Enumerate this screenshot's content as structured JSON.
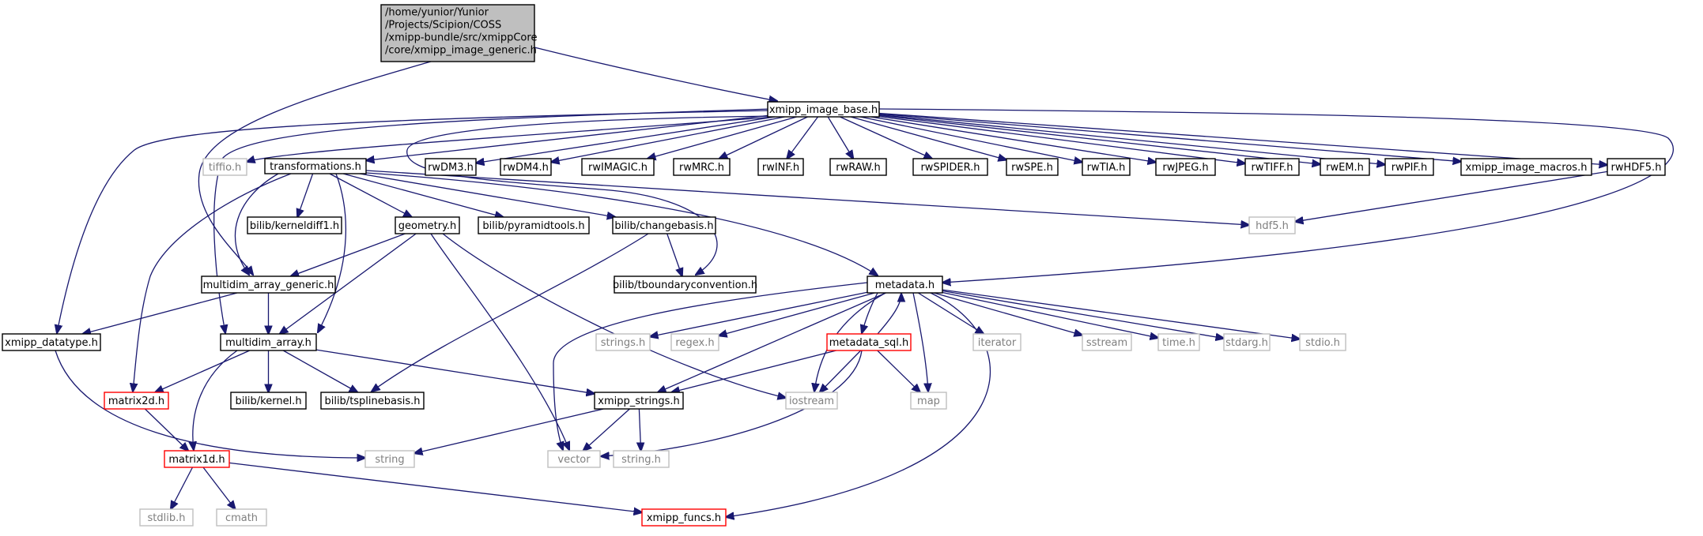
{
  "colors": {
    "edge": "#191970",
    "border_normal": "#000000",
    "border_missing": "#bfbfbf",
    "border_has_more": "#ff0000",
    "fill_root": "#bfbfbf",
    "fill_default": "#ffffff",
    "text_normal": "#000000",
    "text_missing": "#7f7f7f"
  },
  "nodes": [
    {
      "id": "root",
      "kind": "root",
      "lines": [
        "/home/yunior/Yunior",
        "/Projects/Scipion/COSS",
        "/xmipp-bundle/src/xmippCore",
        "/core/xmipp_image_generic.h"
      ]
    },
    {
      "id": "xmipp_image_base",
      "kind": "normal",
      "lines": [
        "xmipp_image_base.h"
      ]
    },
    {
      "id": "tiffio",
      "kind": "missing",
      "lines": [
        "tiffio.h"
      ]
    },
    {
      "id": "transformations",
      "kind": "normal",
      "lines": [
        "transformations.h"
      ]
    },
    {
      "id": "rwDM3",
      "kind": "normal",
      "lines": [
        "rwDM3.h"
      ]
    },
    {
      "id": "rwDM4",
      "kind": "normal",
      "lines": [
        "rwDM4.h"
      ]
    },
    {
      "id": "rwIMAGIC",
      "kind": "normal",
      "lines": [
        "rwIMAGIC.h"
      ]
    },
    {
      "id": "rwMRC",
      "kind": "normal",
      "lines": [
        "rwMRC.h"
      ]
    },
    {
      "id": "rwINF",
      "kind": "normal",
      "lines": [
        "rwINF.h"
      ]
    },
    {
      "id": "rwRAW",
      "kind": "normal",
      "lines": [
        "rwRAW.h"
      ]
    },
    {
      "id": "rwSPIDER",
      "kind": "normal",
      "lines": [
        "rwSPIDER.h"
      ]
    },
    {
      "id": "rwSPE",
      "kind": "normal",
      "lines": [
        "rwSPE.h"
      ]
    },
    {
      "id": "rwTIA",
      "kind": "normal",
      "lines": [
        "rwTIA.h"
      ]
    },
    {
      "id": "rwJPEG",
      "kind": "normal",
      "lines": [
        "rwJPEG.h"
      ]
    },
    {
      "id": "rwTIFF",
      "kind": "normal",
      "lines": [
        "rwTIFF.h"
      ]
    },
    {
      "id": "rwEM",
      "kind": "normal",
      "lines": [
        "rwEM.h"
      ]
    },
    {
      "id": "rwPIF",
      "kind": "normal",
      "lines": [
        "rwPIF.h"
      ]
    },
    {
      "id": "xmipp_image_macros",
      "kind": "normal",
      "lines": [
        "xmipp_image_macros.h"
      ]
    },
    {
      "id": "rwHDF5",
      "kind": "normal",
      "lines": [
        "rwHDF5.h"
      ]
    },
    {
      "id": "kerneldiff1",
      "kind": "normal",
      "lines": [
        "bilib/kerneldiff1.h"
      ]
    },
    {
      "id": "geometry",
      "kind": "normal",
      "lines": [
        "geometry.h"
      ]
    },
    {
      "id": "pyramidtools",
      "kind": "normal",
      "lines": [
        "bilib/pyramidtools.h"
      ]
    },
    {
      "id": "changebasis",
      "kind": "normal",
      "lines": [
        "bilib/changebasis.h"
      ]
    },
    {
      "id": "hdf5",
      "kind": "missing",
      "lines": [
        "hdf5.h"
      ]
    },
    {
      "id": "multidim_array_generic",
      "kind": "normal",
      "lines": [
        "multidim_array_generic.h"
      ]
    },
    {
      "id": "tboundaryconvention",
      "kind": "normal",
      "lines": [
        "bilib/tboundaryconvention.h"
      ]
    },
    {
      "id": "metadata",
      "kind": "normal",
      "lines": [
        "metadata.h"
      ]
    },
    {
      "id": "xmipp_datatype",
      "kind": "normal",
      "lines": [
        "xmipp_datatype.h"
      ]
    },
    {
      "id": "multidim_array",
      "kind": "normal",
      "lines": [
        "multidim_array.h"
      ]
    },
    {
      "id": "strings",
      "kind": "missing",
      "lines": [
        "strings.h"
      ]
    },
    {
      "id": "regex",
      "kind": "missing",
      "lines": [
        "regex.h"
      ]
    },
    {
      "id": "metadata_sql",
      "kind": "has_more",
      "lines": [
        "metadata_sql.h"
      ]
    },
    {
      "id": "iterator",
      "kind": "missing",
      "lines": [
        "iterator"
      ]
    },
    {
      "id": "sstream",
      "kind": "missing",
      "lines": [
        "sstream"
      ]
    },
    {
      "id": "time",
      "kind": "missing",
      "lines": [
        "time.h"
      ]
    },
    {
      "id": "stdarg",
      "kind": "missing",
      "lines": [
        "stdarg.h"
      ]
    },
    {
      "id": "stdio",
      "kind": "missing",
      "lines": [
        "stdio.h"
      ]
    },
    {
      "id": "matrix2d",
      "kind": "has_more",
      "lines": [
        "matrix2d.h"
      ]
    },
    {
      "id": "kernel",
      "kind": "normal",
      "lines": [
        "bilib/kernel.h"
      ]
    },
    {
      "id": "tsplinebasis",
      "kind": "normal",
      "lines": [
        "bilib/tsplinebasis.h"
      ]
    },
    {
      "id": "xmipp_strings",
      "kind": "normal",
      "lines": [
        "xmipp_strings.h"
      ]
    },
    {
      "id": "iostream",
      "kind": "missing",
      "lines": [
        "iostream"
      ]
    },
    {
      "id": "map",
      "kind": "missing",
      "lines": [
        "map"
      ]
    },
    {
      "id": "matrix1d",
      "kind": "has_more",
      "lines": [
        "matrix1d.h"
      ]
    },
    {
      "id": "string",
      "kind": "missing",
      "lines": [
        "string"
      ]
    },
    {
      "id": "vector",
      "kind": "missing",
      "lines": [
        "vector"
      ]
    },
    {
      "id": "string_h",
      "kind": "missing",
      "lines": [
        "string.h"
      ]
    },
    {
      "id": "stdlib",
      "kind": "missing",
      "lines": [
        "stdlib.h"
      ]
    },
    {
      "id": "cmath",
      "kind": "missing",
      "lines": [
        "cmath"
      ]
    },
    {
      "id": "xmipp_funcs",
      "kind": "has_more",
      "lines": [
        "xmipp_funcs.h"
      ]
    }
  ],
  "edges": [
    [
      "root",
      "xmipp_image_base"
    ],
    [
      "root",
      "multidim_array_generic"
    ],
    [
      "xmipp_image_base",
      "tiffio"
    ],
    [
      "xmipp_image_base",
      "transformations"
    ],
    [
      "xmipp_image_base",
      "rwDM3"
    ],
    [
      "xmipp_image_base",
      "rwDM4"
    ],
    [
      "xmipp_image_base",
      "rwIMAGIC"
    ],
    [
      "xmipp_image_base",
      "rwMRC"
    ],
    [
      "xmipp_image_base",
      "rwINF"
    ],
    [
      "xmipp_image_base",
      "rwRAW"
    ],
    [
      "xmipp_image_base",
      "rwSPIDER"
    ],
    [
      "xmipp_image_base",
      "rwSPE"
    ],
    [
      "xmipp_image_base",
      "rwTIA"
    ],
    [
      "xmipp_image_base",
      "rwJPEG"
    ],
    [
      "xmipp_image_base",
      "rwTIFF"
    ],
    [
      "xmipp_image_base",
      "rwEM"
    ],
    [
      "xmipp_image_base",
      "rwPIF"
    ],
    [
      "xmipp_image_base",
      "xmipp_image_macros"
    ],
    [
      "xmipp_image_base",
      "rwHDF5"
    ],
    [
      "xmipp_image_base",
      "xmipp_datatype"
    ],
    [
      "xmipp_image_base",
      "multidim_array"
    ],
    [
      "xmipp_image_base",
      "tboundaryconvention"
    ],
    [
      "xmipp_image_base",
      "metadata"
    ],
    [
      "transformations",
      "kerneldiff1"
    ],
    [
      "transformations",
      "geometry"
    ],
    [
      "transformations",
      "pyramidtools"
    ],
    [
      "transformations",
      "changebasis"
    ],
    [
      "transformations",
      "hdf5"
    ],
    [
      "transformations",
      "multidim_array_generic"
    ],
    [
      "transformations",
      "multidim_array"
    ],
    [
      "transformations",
      "matrix2d"
    ],
    [
      "transformations",
      "metadata"
    ],
    [
      "rwHDF5",
      "hdf5"
    ],
    [
      "geometry",
      "multidim_array_generic"
    ],
    [
      "geometry",
      "multidim_array"
    ],
    [
      "geometry",
      "vector"
    ],
    [
      "geometry",
      "iostream"
    ],
    [
      "changebasis",
      "tboundaryconvention"
    ],
    [
      "changebasis",
      "tsplinebasis"
    ],
    [
      "multidim_array_generic",
      "multidim_array"
    ],
    [
      "multidim_array_generic",
      "xmipp_datatype"
    ],
    [
      "metadata",
      "strings"
    ],
    [
      "metadata",
      "regex"
    ],
    [
      "metadata",
      "metadata_sql"
    ],
    [
      "metadata",
      "iterator"
    ],
    [
      "metadata",
      "sstream"
    ],
    [
      "metadata",
      "time"
    ],
    [
      "metadata",
      "stdarg"
    ],
    [
      "metadata",
      "stdio"
    ],
    [
      "metadata",
      "xmipp_strings"
    ],
    [
      "metadata",
      "iostream"
    ],
    [
      "metadata",
      "map"
    ],
    [
      "metadata",
      "vector"
    ],
    [
      "metadata",
      "xmipp_funcs"
    ],
    [
      "metadata_sql",
      "metadata"
    ],
    [
      "metadata_sql",
      "xmipp_strings"
    ],
    [
      "metadata_sql",
      "iostream"
    ],
    [
      "metadata_sql",
      "map"
    ],
    [
      "metadata_sql",
      "vector"
    ],
    [
      "xmipp_datatype",
      "string"
    ],
    [
      "multidim_array",
      "matrix2d"
    ],
    [
      "multidim_array",
      "kernel"
    ],
    [
      "multidim_array",
      "tsplinebasis"
    ],
    [
      "multidim_array",
      "xmipp_strings"
    ],
    [
      "multidim_array",
      "matrix1d"
    ],
    [
      "matrix2d",
      "matrix1d"
    ],
    [
      "xmipp_strings",
      "string"
    ],
    [
      "xmipp_strings",
      "vector"
    ],
    [
      "xmipp_strings",
      "string_h"
    ],
    [
      "matrix1d",
      "stdlib"
    ],
    [
      "matrix1d",
      "cmath"
    ],
    [
      "matrix1d",
      "xmipp_funcs"
    ]
  ]
}
